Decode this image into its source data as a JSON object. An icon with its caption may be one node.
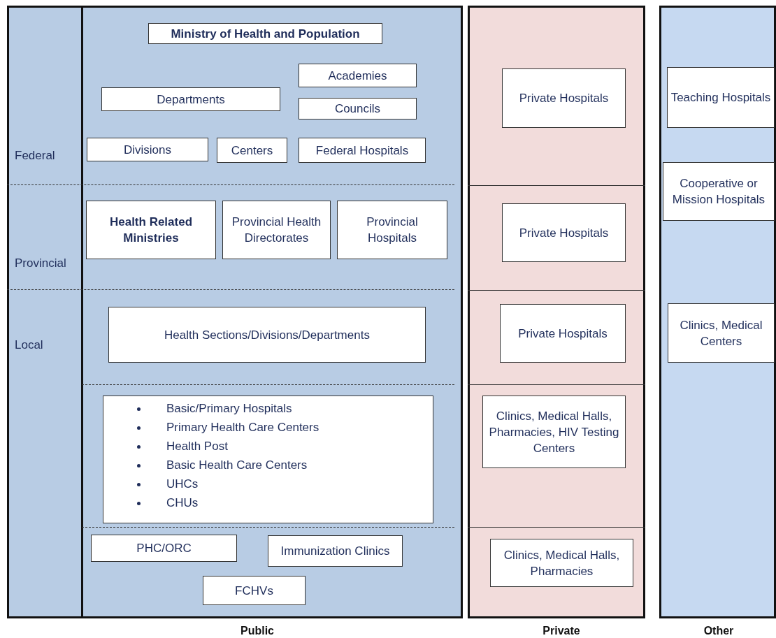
{
  "diagram": {
    "nodes": [
      {
        "text": [
          "Public"
        ]
      },
      {
        "text": [
          "Federal"
        ],
        "in": 0
      },
      {
        "text": [
          "Ministry of Health and Population"
        ],
        "in": 1
      },
      {
        "text": [
          "Academies"
        ],
        "in": 1
      },
      {
        "text": [
          "Departments"
        ],
        "in": 1
      },
      {
        "text": [
          "Councils"
        ],
        "in": 1
      },
      {
        "text": [
          "Divisions"
        ],
        "in": 1
      },
      {
        "text": [
          "Centers"
        ],
        "in": 1
      },
      {
        "text": [
          "Federal Hospitals"
        ],
        "in": 1
      },
      {
        "text": [
          "Provincial"
        ],
        "in": 0
      },
      {
        "text": [
          "Health Related Ministries"
        ],
        "in": 9
      },
      {
        "text": [
          "Provincial Health Directorates"
        ],
        "in": 9
      },
      {
        "text": [
          "Provincial Hospitals"
        ],
        "in": 9
      },
      {
        "text": [
          "Local"
        ],
        "in": 0
      },
      {
        "text": [
          "Health Sections/Divisions/Departments"
        ],
        "in": 13
      },
      {
        "text": [
          "Basic/Primary Hospitals",
          "Primary Health Care Centers",
          "Health Post",
          "Basic Health Care Centers",
          "UHCs",
          "CHUs"
        ],
        "in": 13
      },
      {
        "text": [
          "PHC/ORC"
        ],
        "in": 13
      },
      {
        "text": [
          "Immunization Clinics"
        ],
        "in": 13
      },
      {
        "text": [
          "FCHVs"
        ],
        "in": 13
      },
      {
        "text": [
          "Private"
        ]
      },
      {
        "text": [
          "Private Hospitals"
        ],
        "in": 19
      },
      {
        "text": [
          "Private Hospitals"
        ],
        "in": 19
      },
      {
        "text": [
          "Private Hospitals"
        ],
        "in": 19
      },
      {
        "text": [
          "Clinics, Medical Halls, Pharmacies, HIV Testing Centers"
        ],
        "in": 19
      },
      {
        "text": [
          "Clinics, Medical Halls, Pharmacies"
        ],
        "in": 19
      },
      {
        "text": [
          "Other"
        ]
      },
      {
        "text": [
          "Teaching Hospitals"
        ],
        "in": 25
      },
      {
        "text": [
          "Cooperative or Mission Hospitals"
        ],
        "in": 25
      },
      {
        "text": [
          "Clinics, Medical Centers"
        ],
        "in": 25
      }
    ]
  }
}
